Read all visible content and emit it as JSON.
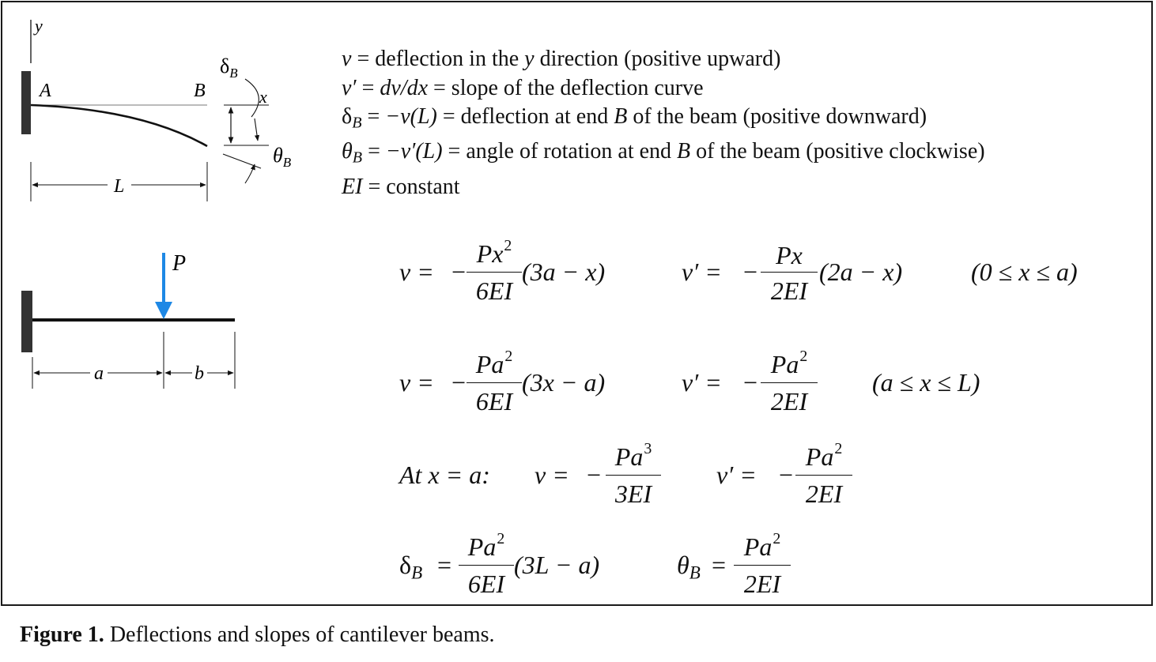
{
  "definitions": {
    "line1": {
      "lhs": "v",
      "eq": "=",
      "t1": "deflection in the ",
      "var": "y",
      "t2": " direction (positive upward)"
    },
    "line2": {
      "lhs": "v′",
      "eq": "=",
      "expr": "dv/dx",
      "eq2": "=",
      "t": "slope of the deflection curve"
    },
    "line3": {
      "lhs": "δ",
      "lhs_sub": "B",
      "eq": "=",
      "expr": "−v(L)",
      "eq2": "=",
      "t1": "deflection at end ",
      "var": "B",
      "t2": " of the beam (positive downward)"
    },
    "line4": {
      "lhs": "θ",
      "lhs_sub": "B",
      "eq": "=",
      "expr": "−v′(L)",
      "eq2": "=",
      "t1": "angle of rotation at end ",
      "var": "B",
      "t2": " of the beam (positive clockwise)"
    },
    "line5": {
      "lhs": "EI",
      "eq": "=",
      "t": "constant"
    }
  },
  "diagram_top": {
    "axis_label": "y",
    "point_a": "A",
    "point_b": "B",
    "delta_label": "δ",
    "delta_sub": "B",
    "x_label": "x",
    "theta_label": "θ",
    "theta_sub": "B",
    "length_label": "L"
  },
  "diagram_bottom": {
    "load_label": "P",
    "dim_a": "a",
    "dim_b": "b",
    "load_color": "#1e88e5"
  },
  "equations": {
    "row1": {
      "v_lhs": "v =",
      "v_sign": "−",
      "v_num": "Px",
      "v_num_exp": "2",
      "v_den": "6EI",
      "v_tail": "(3a − x)",
      "s_lhs": "v′ =",
      "s_sign": "−",
      "s_num": "Px",
      "s_den": "2EI",
      "s_tail": "(2a − x)",
      "range": "(0 ≤ x ≤ a)"
    },
    "row2": {
      "v_lhs": "v =",
      "v_sign": "−",
      "v_num": "Pa",
      "v_num_exp": "2",
      "v_den": "6EI",
      "v_tail": "(3x − a)",
      "s_lhs": "v′ =",
      "s_sign": "−",
      "s_num": "Pa",
      "s_num_exp": "2",
      "s_den": "2EI",
      "range": "(a ≤ x ≤ L)"
    },
    "row3": {
      "at": "At x = a:",
      "v_lhs": "v =",
      "v_sign": "−",
      "v_num": "Pa",
      "v_num_exp": "3",
      "v_den": "3EI",
      "s_lhs": "v′ =",
      "s_sign": "−",
      "s_num": "Pa",
      "s_num_exp": "2",
      "s_den": "2EI"
    },
    "row4": {
      "d_lhs": "δ",
      "d_sub": "B",
      "d_eq": "=",
      "d_num": "Pa",
      "d_num_exp": "2",
      "d_den": "6EI",
      "d_tail": "(3L − a)",
      "t_lhs": "θ",
      "t_sub": "B",
      "t_eq": "=",
      "t_num": "Pa",
      "t_num_exp": "2",
      "t_den": "2EI"
    }
  },
  "caption": {
    "label": "Figure 1.",
    "text": " Deflections and slopes of cantilever beams."
  }
}
